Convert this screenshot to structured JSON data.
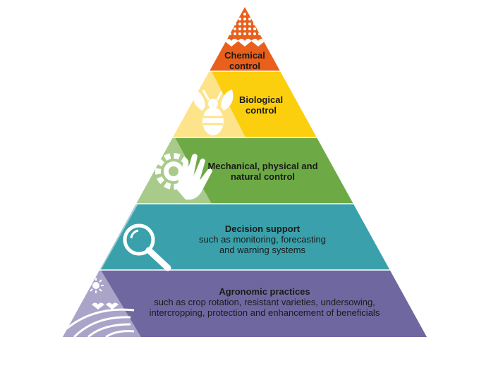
{
  "diagram": {
    "levels": [
      {
        "id": "chemical",
        "title": "Chemical control",
        "subtitle": "",
        "color": "#e8601c"
      },
      {
        "id": "biological",
        "title": "Biological control",
        "subtitle": "",
        "color": "#fccf0e"
      },
      {
        "id": "mechanical",
        "title": "Mechanical, physical and natural control",
        "subtitle": "",
        "color": "#6daa45"
      },
      {
        "id": "decision",
        "title": "Decision support",
        "subtitle": "such as monitoring, forecasting and warning systems",
        "color": "#3aa1ac"
      },
      {
        "id": "agronomic",
        "title": "Agronomic practices",
        "subtitle": "such as crop rotation, resistant varieties, undersowing, intercropping, protection and enhancement of beneficials",
        "color": "#6f68a0"
      }
    ],
    "icons": [
      "sprayer-icon",
      "bee-icon",
      "gear-hand-icon",
      "magnifier-icon",
      "sun-field-icon"
    ]
  }
}
